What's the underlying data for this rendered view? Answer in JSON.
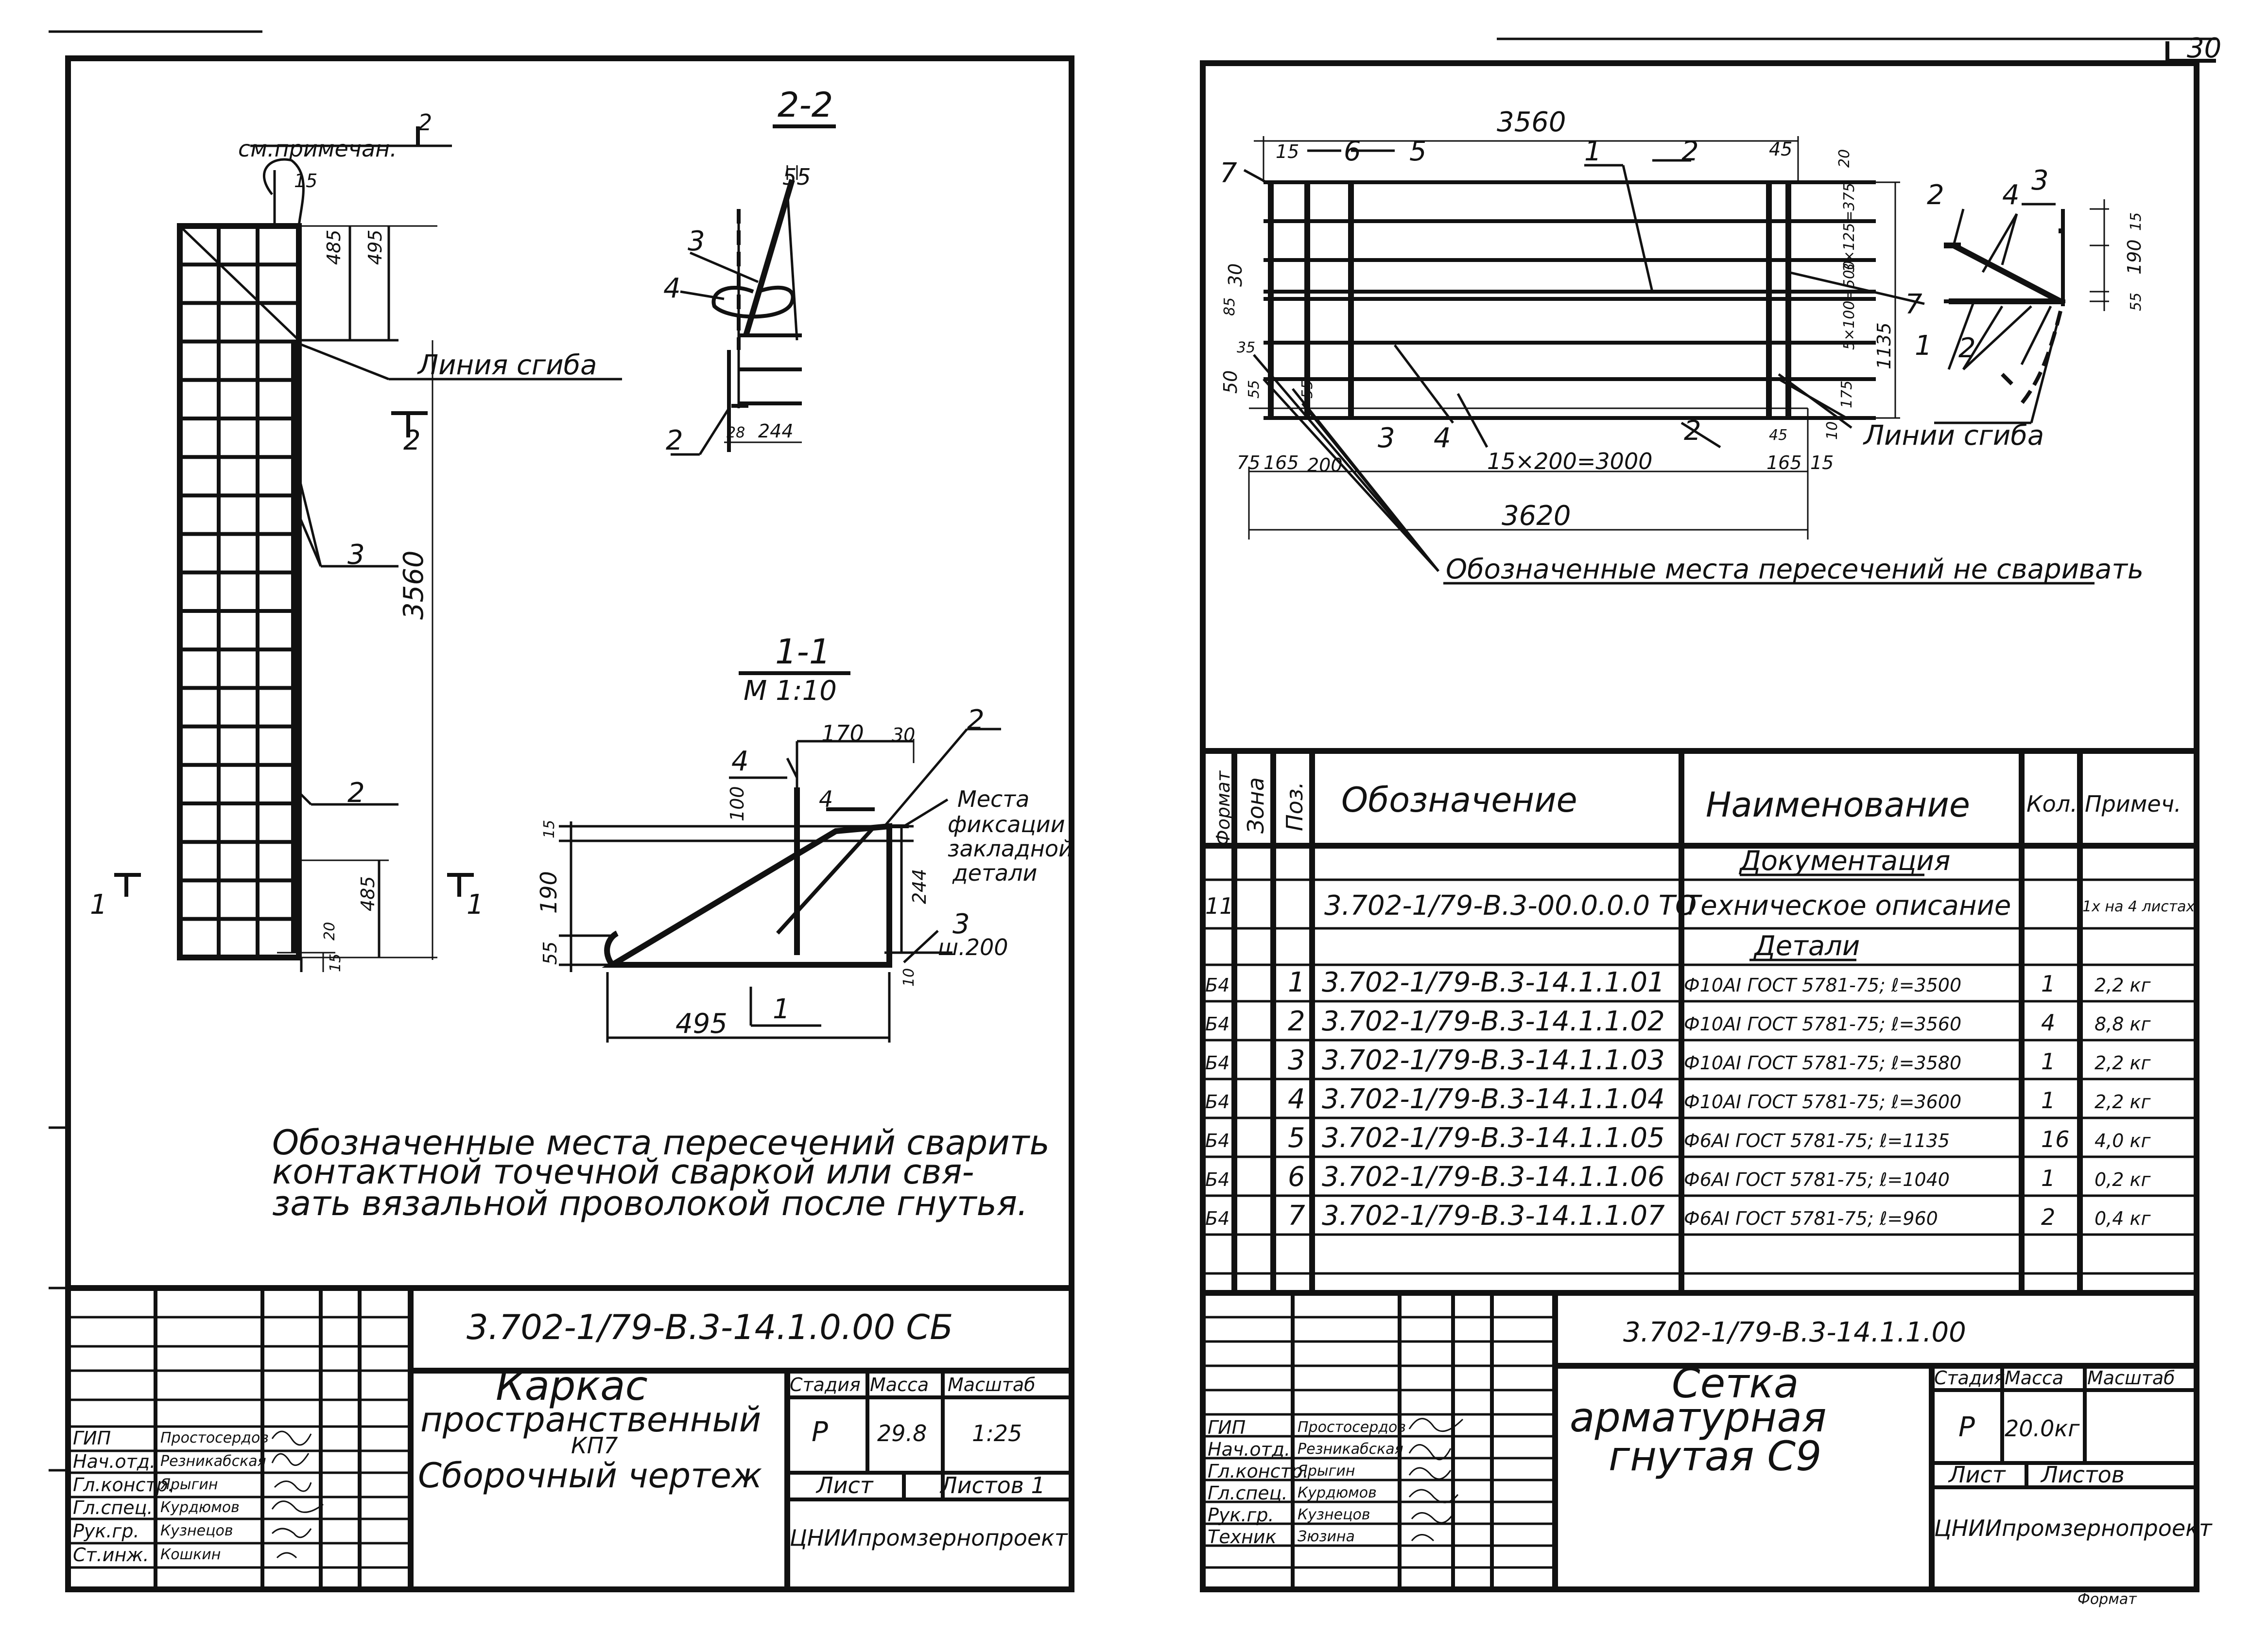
{
  "page_number": "30",
  "left_sheet": {
    "see_note": "см.примечан.",
    "note_ref": "2",
    "bend_line": "Линия сгиба",
    "frame_dims": {
      "d15": "15",
      "d485": "485",
      "d495": "495",
      "d3560": "3560",
      "d485b": "485",
      "d20": "20",
      "d15b": "15"
    },
    "callouts": {
      "c3": "3",
      "c2": "2"
    },
    "section_marks": {
      "s1": "1",
      "s1b": "1",
      "s2": "2"
    },
    "section_22": {
      "title": "2-2",
      "d55": "55",
      "p3": "3",
      "p4": "4",
      "p2": "2",
      "d28": "28",
      "d244": "244"
    },
    "section_11": {
      "title": "1-1",
      "scale": "М 1:10",
      "d170": "170",
      "d30": "30",
      "p2": "2",
      "p4": "4",
      "p4b": "4",
      "d100": "100",
      "d15": "15",
      "d190": "190",
      "d55": "55",
      "d244": "244",
      "d10": "10",
      "p3": "3",
      "step": "ш.200",
      "d495": "495",
      "p1": "1",
      "embed_note": [
        "Места",
        "фиксации",
        "закладной",
        "детали"
      ]
    },
    "note_lines": [
      "Обозначенные места пересечений сварить",
      "контактной точечной сваркой или свя-",
      "зать вязальной проволокой после гнутья."
    ],
    "title_block": {
      "code": "3.702-1/79-В.3-14.1.0.00 СБ",
      "name": [
        "Каркас",
        "пространственный",
        "КП7",
        "Сборочный чертеж"
      ],
      "stage_label": "Стадия",
      "mass_label": "Масса",
      "scale_label": "Масштаб",
      "stage": "Р",
      "mass": "29.8",
      "scale": "1:25",
      "sheet_label": "Лист",
      "sheets_label": "Листов 1",
      "org": "ЦНИИпромзернопроект",
      "staff": [
        {
          "role": "ГИП",
          "name": "Простосердов"
        },
        {
          "role": "Нач.отд.",
          "name": "Резникабская"
        },
        {
          "role": "Гл.констр.",
          "name": "Ярыгин"
        },
        {
          "role": "Гл.спец.",
          "name": "Курдюмов"
        },
        {
          "role": "Рук.гр.",
          "name": "Кузнецов"
        },
        {
          "role": "Ст.инж.",
          "name": "Кошкин"
        }
      ]
    }
  },
  "right_sheet": {
    "plan": {
      "d3560": "3560",
      "d15": "15",
      "p6": "6",
      "p5": "5",
      "p1": "1",
      "p2": "2",
      "d45": "45",
      "d20": "20",
      "p7": "7",
      "p7b": "7",
      "d30": "30",
      "d85": "85",
      "d35": "35",
      "d50": "50",
      "d55": "55",
      "d55b": "55",
      "d3x125": "3×125=375",
      "d5x": "5×100=500",
      "d1135": "1135",
      "p3": "3",
      "p4": "4",
      "p2b": "2",
      "d45b": "45",
      "d10": "10",
      "d175": "175",
      "d75": "75",
      "d165": "165",
      "d200": "200",
      "d15x200": "15×200=3000",
      "d165b": "165",
      "d15b": "15",
      "d3620": "3620",
      "no_weld": "Обозначенные места пересечений не сваривать"
    },
    "profile": {
      "p2": "2",
      "p4": "4",
      "p3": "3",
      "p1": "1",
      "p2b": "2",
      "d15": "15",
      "d190": "190",
      "d55": "55",
      "bend": "Линии сгиба"
    },
    "spec": {
      "headers": {
        "format": "Формат",
        "zone": "Зона",
        "pos": "Поз.",
        "designation": "Обозначение",
        "name": "Наименование",
        "qty": "Кол.",
        "note": "Примеч."
      },
      "section_docs": "Документация",
      "doc_row": {
        "format": "11",
        "designation": "3.702-1/79-В.3-00.0.0.0 ТО",
        "name": "Техническое описание",
        "note": "1х на 4 листах"
      },
      "section_details": "Детали",
      "rows": [
        {
          "format": "Б4",
          "pos": "1",
          "designation": "3.702-1/79-В.3-14.1.1.01",
          "name": "Ф10АI ГОСТ 5781-75; ℓ=3500",
          "qty": "1",
          "note": "2,2 кг"
        },
        {
          "format": "Б4",
          "pos": "2",
          "designation": "3.702-1/79-В.3-14.1.1.02",
          "name": "Ф10АI ГОСТ 5781-75; ℓ=3560",
          "qty": "4",
          "note": "8,8 кг"
        },
        {
          "format": "Б4",
          "pos": "3",
          "designation": "3.702-1/79-В.3-14.1.1.03",
          "name": "Ф10АI ГОСТ 5781-75; ℓ=3580",
          "qty": "1",
          "note": "2,2 кг"
        },
        {
          "format": "Б4",
          "pos": "4",
          "designation": "3.702-1/79-В.3-14.1.1.04",
          "name": "Ф10АI ГОСТ 5781-75; ℓ=3600",
          "qty": "1",
          "note": "2,2 кг"
        },
        {
          "format": "Б4",
          "pos": "5",
          "designation": "3.702-1/79-В.3-14.1.1.05",
          "name": "Ф6АI ГОСТ 5781-75; ℓ=1135",
          "qty": "16",
          "note": "4,0 кг"
        },
        {
          "format": "Б4",
          "pos": "6",
          "designation": "3.702-1/79-В.3-14.1.1.06",
          "name": "Ф6АI ГОСТ 5781-75; ℓ=1040",
          "qty": "1",
          "note": "0,2 кг"
        },
        {
          "format": "Б4",
          "pos": "7",
          "designation": "3.702-1/79-В.3-14.1.1.07",
          "name": "Ф6АI ГОСТ 5781-75; ℓ=960",
          "qty": "2",
          "note": "0,4 кг"
        }
      ]
    },
    "title_block": {
      "code": "3.702-1/79-В.3-14.1.1.00",
      "name": [
        "Сетка",
        "арматурная",
        "гнутая С9"
      ],
      "stage_label": "Стадия",
      "mass_label": "Масса",
      "scale_label": "Масштаб",
      "stage": "Р",
      "mass": "20.0кг",
      "sheet_label": "Лист",
      "sheets_label": "Листов",
      "org": "ЦНИИпромзернопроект",
      "staff": [
        {
          "role": "ГИП",
          "name": "Простосердов"
        },
        {
          "role": "Нач.отд.",
          "name": "Резникабская"
        },
        {
          "role": "Гл.констр.",
          "name": "Ярыгин"
        },
        {
          "role": "Гл.спец.",
          "name": "Курдюмов"
        },
        {
          "role": "Рук.гр.",
          "name": "Кузнецов"
        },
        {
          "role": "Техник",
          "name": "Зюзина"
        }
      ]
    },
    "format_stamp": "Формат"
  }
}
